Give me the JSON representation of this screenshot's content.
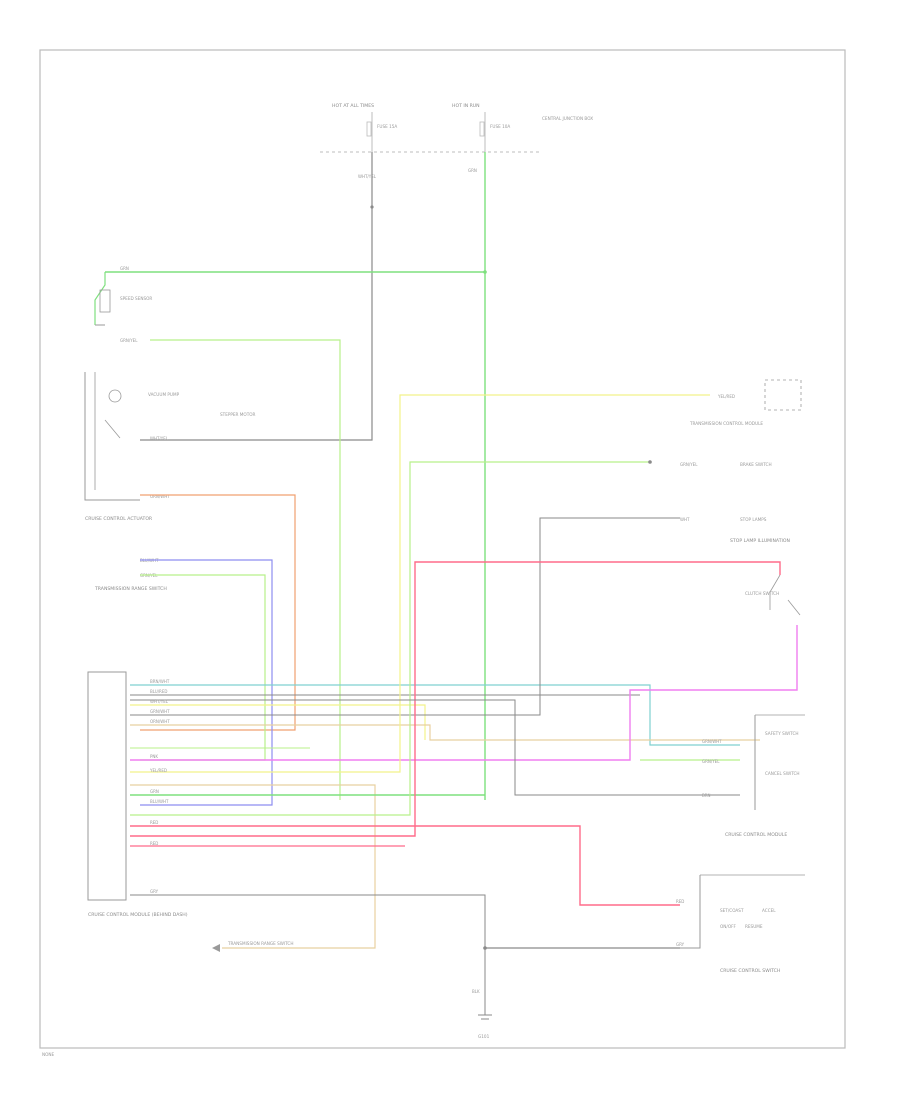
{
  "labels": {
    "hot_all_times": "HOT AT ALL TIMES",
    "hot_run": "HOT IN RUN",
    "fuse_15a": "FUSE 15A",
    "fuse_10a": "FUSE 10A",
    "central_junction": "CENTRAL JUNCTION BOX",
    "speed_sensor": "SPEED SENSOR",
    "vacuum_pump": "VACUUM PUMP",
    "transmission_control": "TRANSMISSION CONTROL MODULE",
    "brake_switch": "BRAKE SWITCH",
    "stop_lamp_illum": "STOP LAMP ILLUMINATION",
    "cruise_control_actuator": "CRUISE CONTROL ACTUATOR",
    "stop_lamps": "STOP LAMPS",
    "clutch_switch": "CLUTCH SWITCH",
    "control_module": "CRUISE CONTROL MODULE",
    "safety_switch": "SAFETY SWITCH",
    "cancel_switch": "CANCEL SWITCH",
    "stepper_motor": "STEPPER MOTOR",
    "cruise_control_switch": "CRUISE CONTROL SWITCH",
    "cruise_control_module": "CRUISE CONTROL MODULE (BEHIND DASH)",
    "transmission_range": "TRANSMISSION RANGE SWITCH",
    "on_off": "ON/OFF",
    "resume": "RESUME",
    "set_coast": "SET/COAST",
    "accel": "ACCEL",
    "ground": "G101",
    "footer": "NONE"
  },
  "wires": {
    "grn": "GRN",
    "grn_yel": "GRN/YEL",
    "wht_yel": "WHT/YEL",
    "yel_red": "YEL/RED",
    "orn_wht": "ORN/WHT",
    "blu_wht": "BLU/WHT",
    "blu_red": "BLU/RED",
    "brn_wht": "BRN/WHT",
    "red": "RED",
    "pnk": "PNK",
    "gry": "GRY",
    "grn_wht": "GRN/WHT",
    "brn": "BRN",
    "blk": "BLK",
    "wht": "WHT"
  },
  "colors": {
    "green": "#7ee07e",
    "light_green": "#b8f08a",
    "yellow": "#f2f28a",
    "red": "#ff6b8a",
    "magenta": "#f07ef0",
    "blue": "#8e8ef0",
    "teal": "#7fd0d0",
    "orange": "#f0a070",
    "gray": "#8a8a8a",
    "tan": "#e8d0a0"
  }
}
